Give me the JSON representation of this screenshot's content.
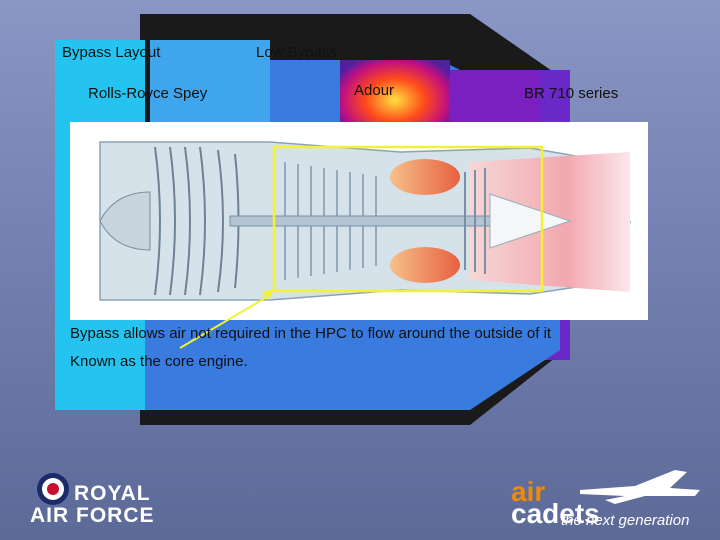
{
  "slide": {
    "labels": {
      "bypass_layout": "Bypass Layout",
      "low_bypass": "Low Bypass",
      "rolls_royce_spey": "Rolls-Royce Spey",
      "adour": "Adour",
      "br710": "BR 710 series"
    },
    "captions": [
      "Bypass allows air not required in the HPC to flow around the outside of it",
      "Known as the core engine."
    ]
  },
  "logos": {
    "raf": {
      "line1": "ROYAL",
      "line2": "AIR FORCE"
    },
    "cadets": {
      "word1": "air",
      "word2": "cadets",
      "tagline": "the next generation"
    }
  },
  "colors": {
    "dark_frame": "#1a1a1a",
    "cyan": "#25c4f0",
    "blue": "#3a7be0",
    "raf_blue": "#1b2a6b",
    "raf_red": "#c8102e",
    "highlight": "#f2f232",
    "cadet_orange": "#f08a00"
  }
}
